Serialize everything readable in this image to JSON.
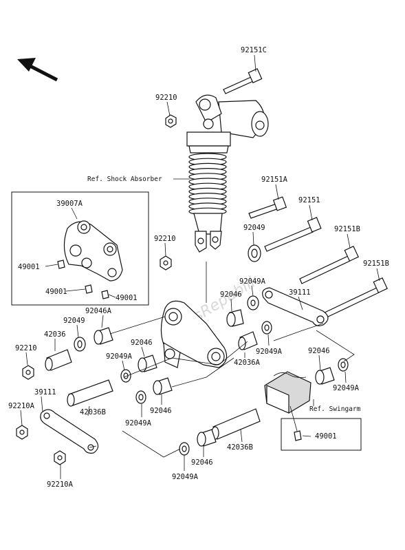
{
  "watermark": "PartsRepublik",
  "references": {
    "shock_absorber": "Ref. Shock Absorber",
    "swingarm": "Ref. Swingarm"
  },
  "labels": {
    "p92151C": "92151C",
    "p92210_top": "92210",
    "p92151A": "92151A",
    "p92151": "92151",
    "p92151B_a": "92151B",
    "p92151B_b": "92151B",
    "p39007A": "39007A",
    "p49001_a": "49001",
    "p49001_b": "49001",
    "p49001_c": "49001",
    "p92210_mid": "92210",
    "p92049_a": "92049",
    "p92049A_a": "92049A",
    "p39111_a": "39111",
    "p92046_a": "92046",
    "p92046A": "92046A",
    "p92049_b": "92049",
    "p42036": "42036",
    "p92210_left": "92210",
    "p92046_b": "92046",
    "p92049A_b": "92049A",
    "p42036A": "42036A",
    "p92049A_c": "92049A",
    "p92046_c": "92046",
    "p92049A_d": "92049A",
    "p39111_b": "39111",
    "p92210A_a": "92210A",
    "p42036B_a": "42036B",
    "p92049A_e": "92049A",
    "p92046_d": "92046",
    "p49001_d": "49001",
    "p42036B_b": "42036B",
    "p92046_e": "92046",
    "p92049A_f": "92049A",
    "p92210A_b": "92210A"
  }
}
